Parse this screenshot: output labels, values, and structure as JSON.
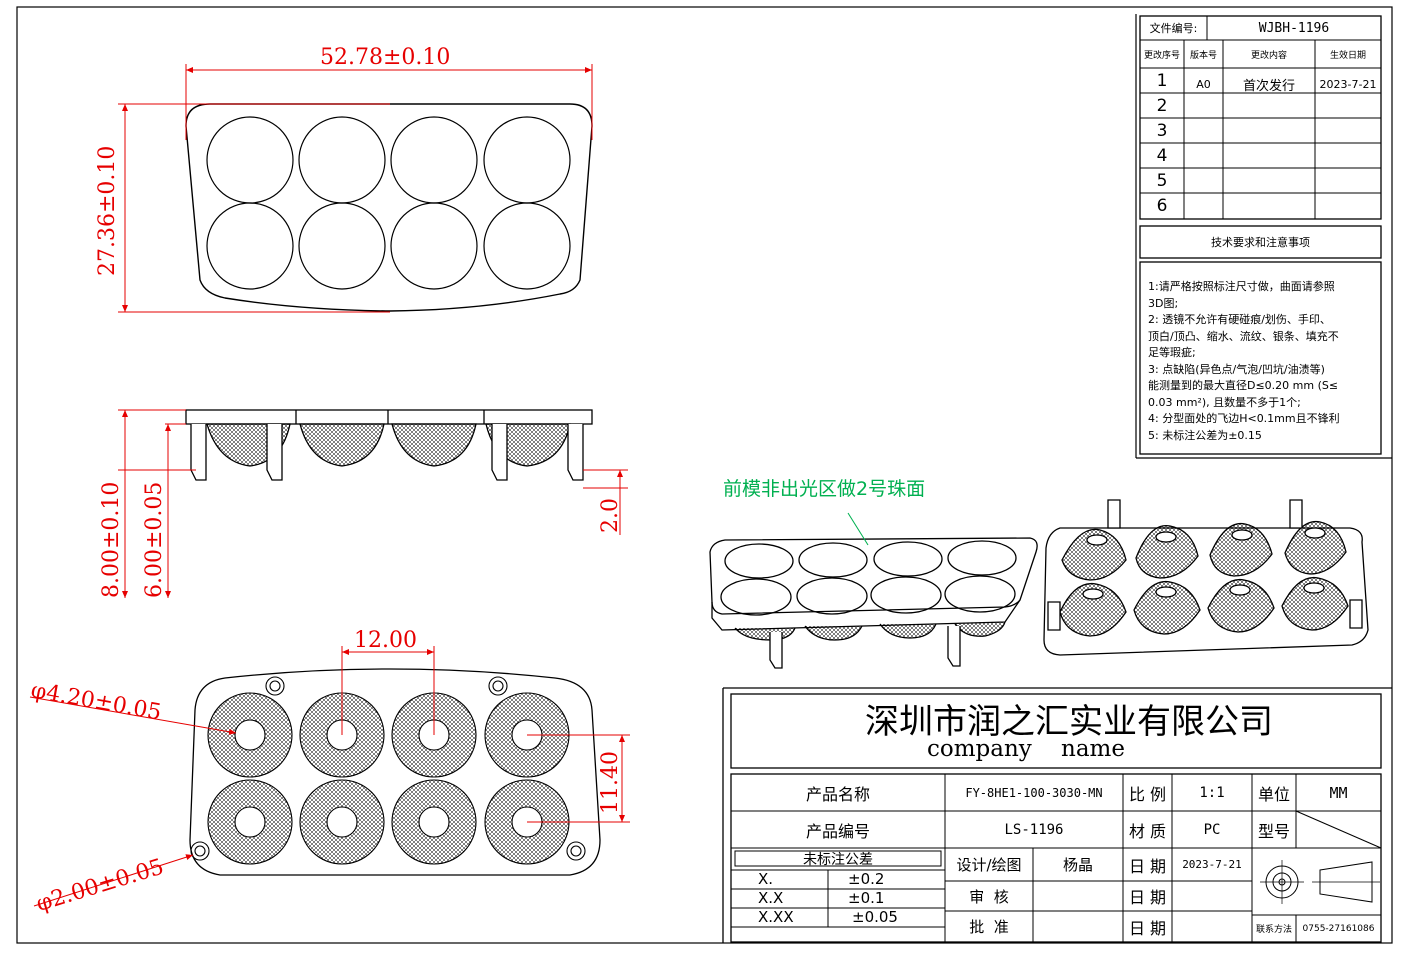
{
  "revision_block": {
    "doc_no_label": "文件编号:",
    "doc_no": "WJBH-1196",
    "headers": [
      "更改序号",
      "版本号",
      "更改内容",
      "生效日期"
    ],
    "rows": [
      {
        "seq": "1",
        "version": "A0",
        "content": "首次发行",
        "date": "2023-7-21"
      },
      {
        "seq": "2",
        "version": "",
        "content": "",
        "date": ""
      },
      {
        "seq": "3",
        "version": "",
        "content": "",
        "date": ""
      },
      {
        "seq": "4",
        "version": "",
        "content": "",
        "date": ""
      },
      {
        "seq": "5",
        "version": "",
        "content": "",
        "date": ""
      },
      {
        "seq": "6",
        "version": "",
        "content": "",
        "date": ""
      }
    ]
  },
  "tech_notes": {
    "title": "技术要求和注意事项",
    "lines": [
      "1:请严格按照标注尺寸做，曲面请参照",
      "3D图;",
      "2: 透镜不允许有硬碰痕/划伤、手印、",
      "顶白/顶凸、缩水、流纹、银条、填充不",
      "足等瑕疵;",
      "3: 点缺陷(异色点/气泡/凹坑/油渍等)",
      "能测量到的最大直径D≤0.20 mm (S≤",
      "0.03 mm²), 且数量不多于1个;",
      "4: 分型面处的飞边H<0.1mm且不锋利",
      "5: 未标注公差为±0.15"
    ]
  },
  "dimensions": {
    "width": "52.78±0.10",
    "height": "27.36±0.10",
    "total_thickness": "8.00±0.10",
    "body_thickness": "6.00±0.05",
    "pin_height": "2.0",
    "pitch_x": "12.00",
    "pitch_y": "11.40",
    "hole_dia": "φ4.20±0.05",
    "pin_dia": "φ2.00±0.05"
  },
  "annotation": "前模非出光区做2号珠面",
  "title_block": {
    "company_name": "深圳市润之汇实业有限公司",
    "company_sub": "company    name",
    "product_name_label": "产品名称",
    "product_name": "FY-8HE1-100-3030-MN",
    "product_no_label": "产品编号",
    "product_no": "LS-1196",
    "tolerance_title": "未标注公差",
    "tolerances": [
      {
        "fmt": "X.",
        "tol": "±0.2"
      },
      {
        "fmt": "X.X",
        "tol": "±0.1"
      },
      {
        "fmt": "X.XX",
        "tol": "±0.05"
      }
    ],
    "scale_label": "比 例",
    "scale": "1:1",
    "unit_label": "单位",
    "unit": "MM",
    "material_label": "材 质",
    "material": "PC",
    "model_label": "型号",
    "designer_label": "设计/绘图",
    "designer": "杨晶",
    "date_label": "日 期",
    "date": "2023-7-21",
    "review_label": "审  核",
    "review_date_label": "日 期",
    "approve_label": "批  准",
    "approve_date_label": "日 期",
    "contact_label": "联系方法",
    "contact": "0755-27161086"
  }
}
